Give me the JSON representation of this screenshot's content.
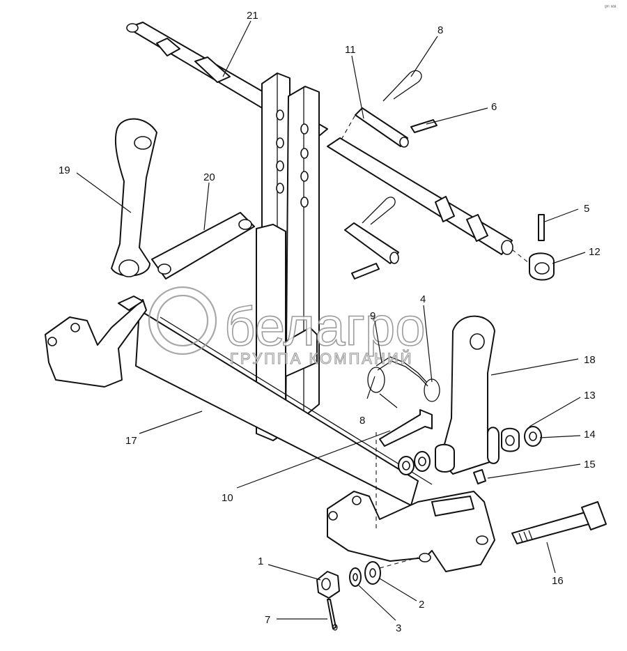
{
  "callouts": {
    "p1": "1",
    "p2": "2",
    "p3": "3",
    "p4": "4",
    "p5": "5",
    "p6": "6",
    "p7": "7",
    "p8a": "8",
    "p8b": "8",
    "p9": "9",
    "p10": "10",
    "p11": "11",
    "p12": "12",
    "p13": "13",
    "p14": "14",
    "p15": "15",
    "p16": "16",
    "p17": "17",
    "p18": "18",
    "p19": "19",
    "p20": "20",
    "p21": "21"
  },
  "watermark": {
    "brand": "белагро",
    "tagline": "ГРУППА КОМПАНИЙ"
  },
  "corner_mark": "ᵍᵐ ᵃᵃᵃ"
}
